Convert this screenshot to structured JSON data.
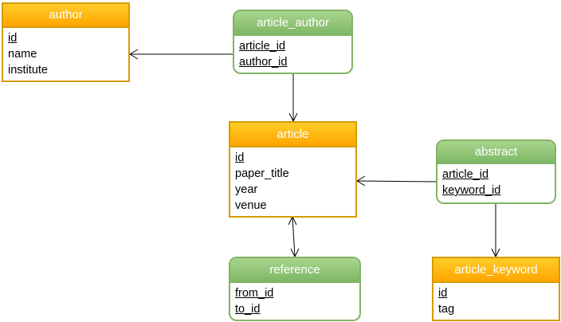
{
  "entities": {
    "author": {
      "title": "author",
      "fields": [
        "id",
        "name",
        "institute"
      ]
    },
    "article_author": {
      "title": "article_author",
      "fields": [
        "article_id",
        "author_id"
      ]
    },
    "article": {
      "title": "article",
      "fields": [
        "id",
        "paper_title",
        "year",
        "venue"
      ]
    },
    "abstract": {
      "title": "abstract",
      "fields": [
        "article_id",
        "keyword_id"
      ]
    },
    "reference": {
      "title": "reference",
      "fields": [
        "from_id",
        "to_id"
      ]
    },
    "article_keyword": {
      "title": "article_keyword",
      "fields": [
        "id",
        "tag"
      ]
    }
  },
  "colors": {
    "orange_fill": "#ffa500",
    "orange_border": "#d79b00",
    "green_fill": "#82b366",
    "green_border": "#82b366"
  }
}
